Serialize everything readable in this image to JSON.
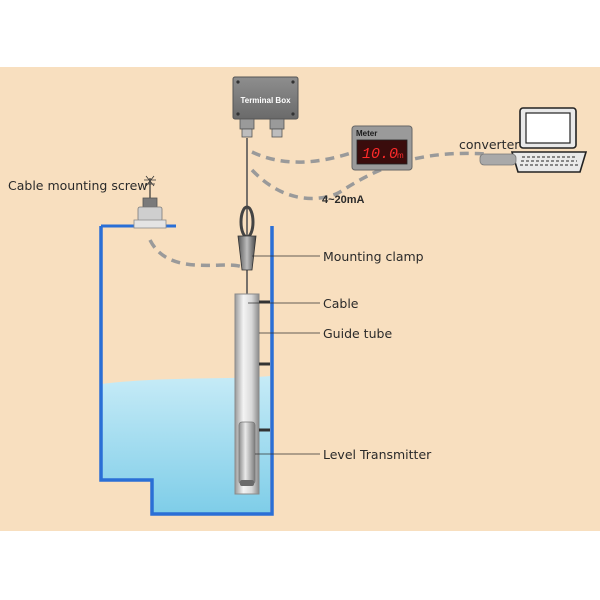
{
  "colors": {
    "background": "#f8dfbf",
    "tank_outline": "#2a6fd6",
    "water": "#a9dcef",
    "terminal_box": "#7a7a7a",
    "meter_display_bg": "#3a0c0c",
    "meter_digits": "#ff2a2a",
    "dashed_cable": "#999999"
  },
  "terminal_box": {
    "label": "Terminal Box"
  },
  "meter": {
    "label": "Meter",
    "reading": "10.0",
    "unit": "m"
  },
  "converter": {
    "label": "converter"
  },
  "signal": {
    "label": "4~20mA"
  },
  "callouts": {
    "cable_mounting_screw": "Cable mounting screw",
    "mounting_clamp": "Mounting clamp",
    "cable": "Cable",
    "guide_tube": "Guide tube",
    "level_transmitter": "Level Transmitter"
  }
}
